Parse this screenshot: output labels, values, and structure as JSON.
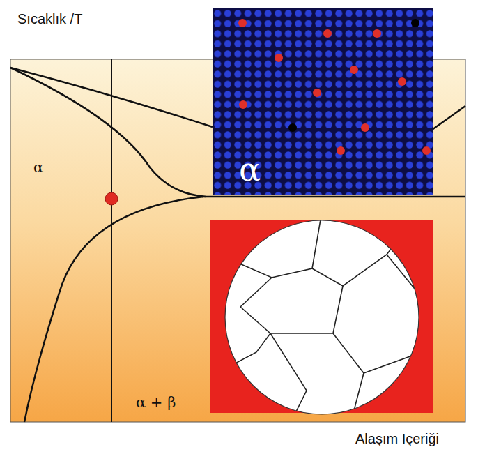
{
  "diagram": {
    "nodes": [
      {
        "text": [
          "α"
        ]
      }
    ],
    "labels": [
      "Sıcaklık /T",
      "α",
      "α + β",
      "Alaşım Içeriği"
    ]
  }
}
